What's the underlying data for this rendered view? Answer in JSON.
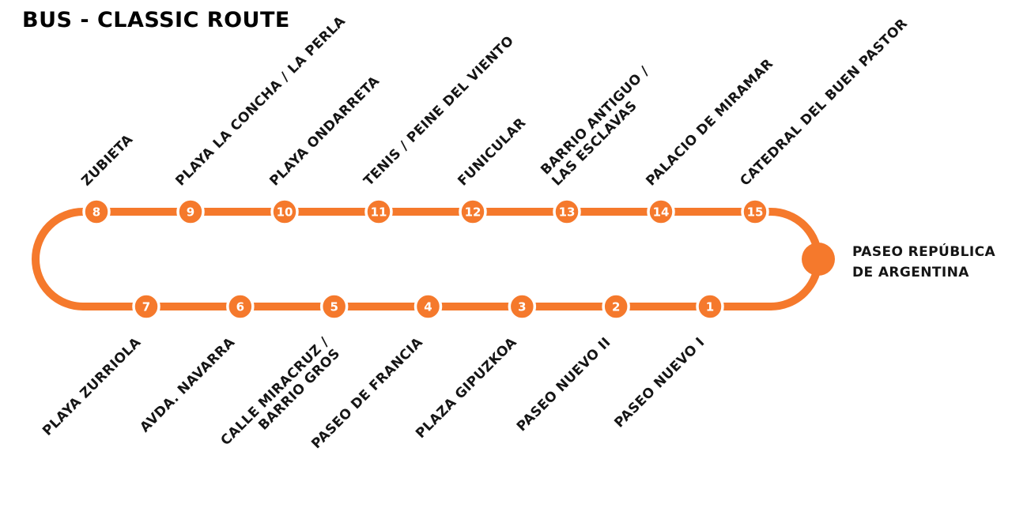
{
  "title": "BUS - CLASSIC ROUTE",
  "colors": {
    "route": "#F5792C",
    "stop_fill": "#F5792C",
    "stop_ring": "#FFFFFF",
    "stop_number_text": "#FFFFFF",
    "label_text": "#151515",
    "background": "#FFFFFF"
  },
  "route": {
    "top_row": [
      {
        "number": "8",
        "lines": [
          "ZUBIETA"
        ]
      },
      {
        "number": "9",
        "lines": [
          "PLAYA LA CONCHA / LA PERLA"
        ]
      },
      {
        "number": "10",
        "lines": [
          "PLAYA ONDARRETA"
        ]
      },
      {
        "number": "11",
        "lines": [
          "TENIS / PEINE DEL VIENTO"
        ]
      },
      {
        "number": "12",
        "lines": [
          "FUNICULAR"
        ]
      },
      {
        "number": "13",
        "lines": [
          "BARRIO ANTIGUO /",
          "LAS ESCLAVAS"
        ]
      },
      {
        "number": "14",
        "lines": [
          "PALACIO DE MIRAMAR"
        ]
      },
      {
        "number": "15",
        "lines": [
          "CATEDRAL DEL BUEN PASTOR"
        ]
      }
    ],
    "bottom_row": [
      {
        "number": "7",
        "lines": [
          "PLAYA ZURRIOLA"
        ]
      },
      {
        "number": "6",
        "lines": [
          "AVDA. NAVARRA"
        ]
      },
      {
        "number": "5",
        "lines": [
          "CALLE MIRACRUZ /",
          "BARRIO GROS"
        ]
      },
      {
        "number": "4",
        "lines": [
          "PASEO DE FRANCIA"
        ]
      },
      {
        "number": "3",
        "lines": [
          "PLAZA GIPUZKOA"
        ]
      },
      {
        "number": "2",
        "lines": [
          "PASEO NUEVO II"
        ]
      },
      {
        "number": "1",
        "lines": [
          "PASEO NUEVO I"
        ]
      }
    ],
    "terminal": {
      "lines": [
        "PASEO REPÚBLICA",
        "DE ARGENTINA"
      ]
    }
  }
}
